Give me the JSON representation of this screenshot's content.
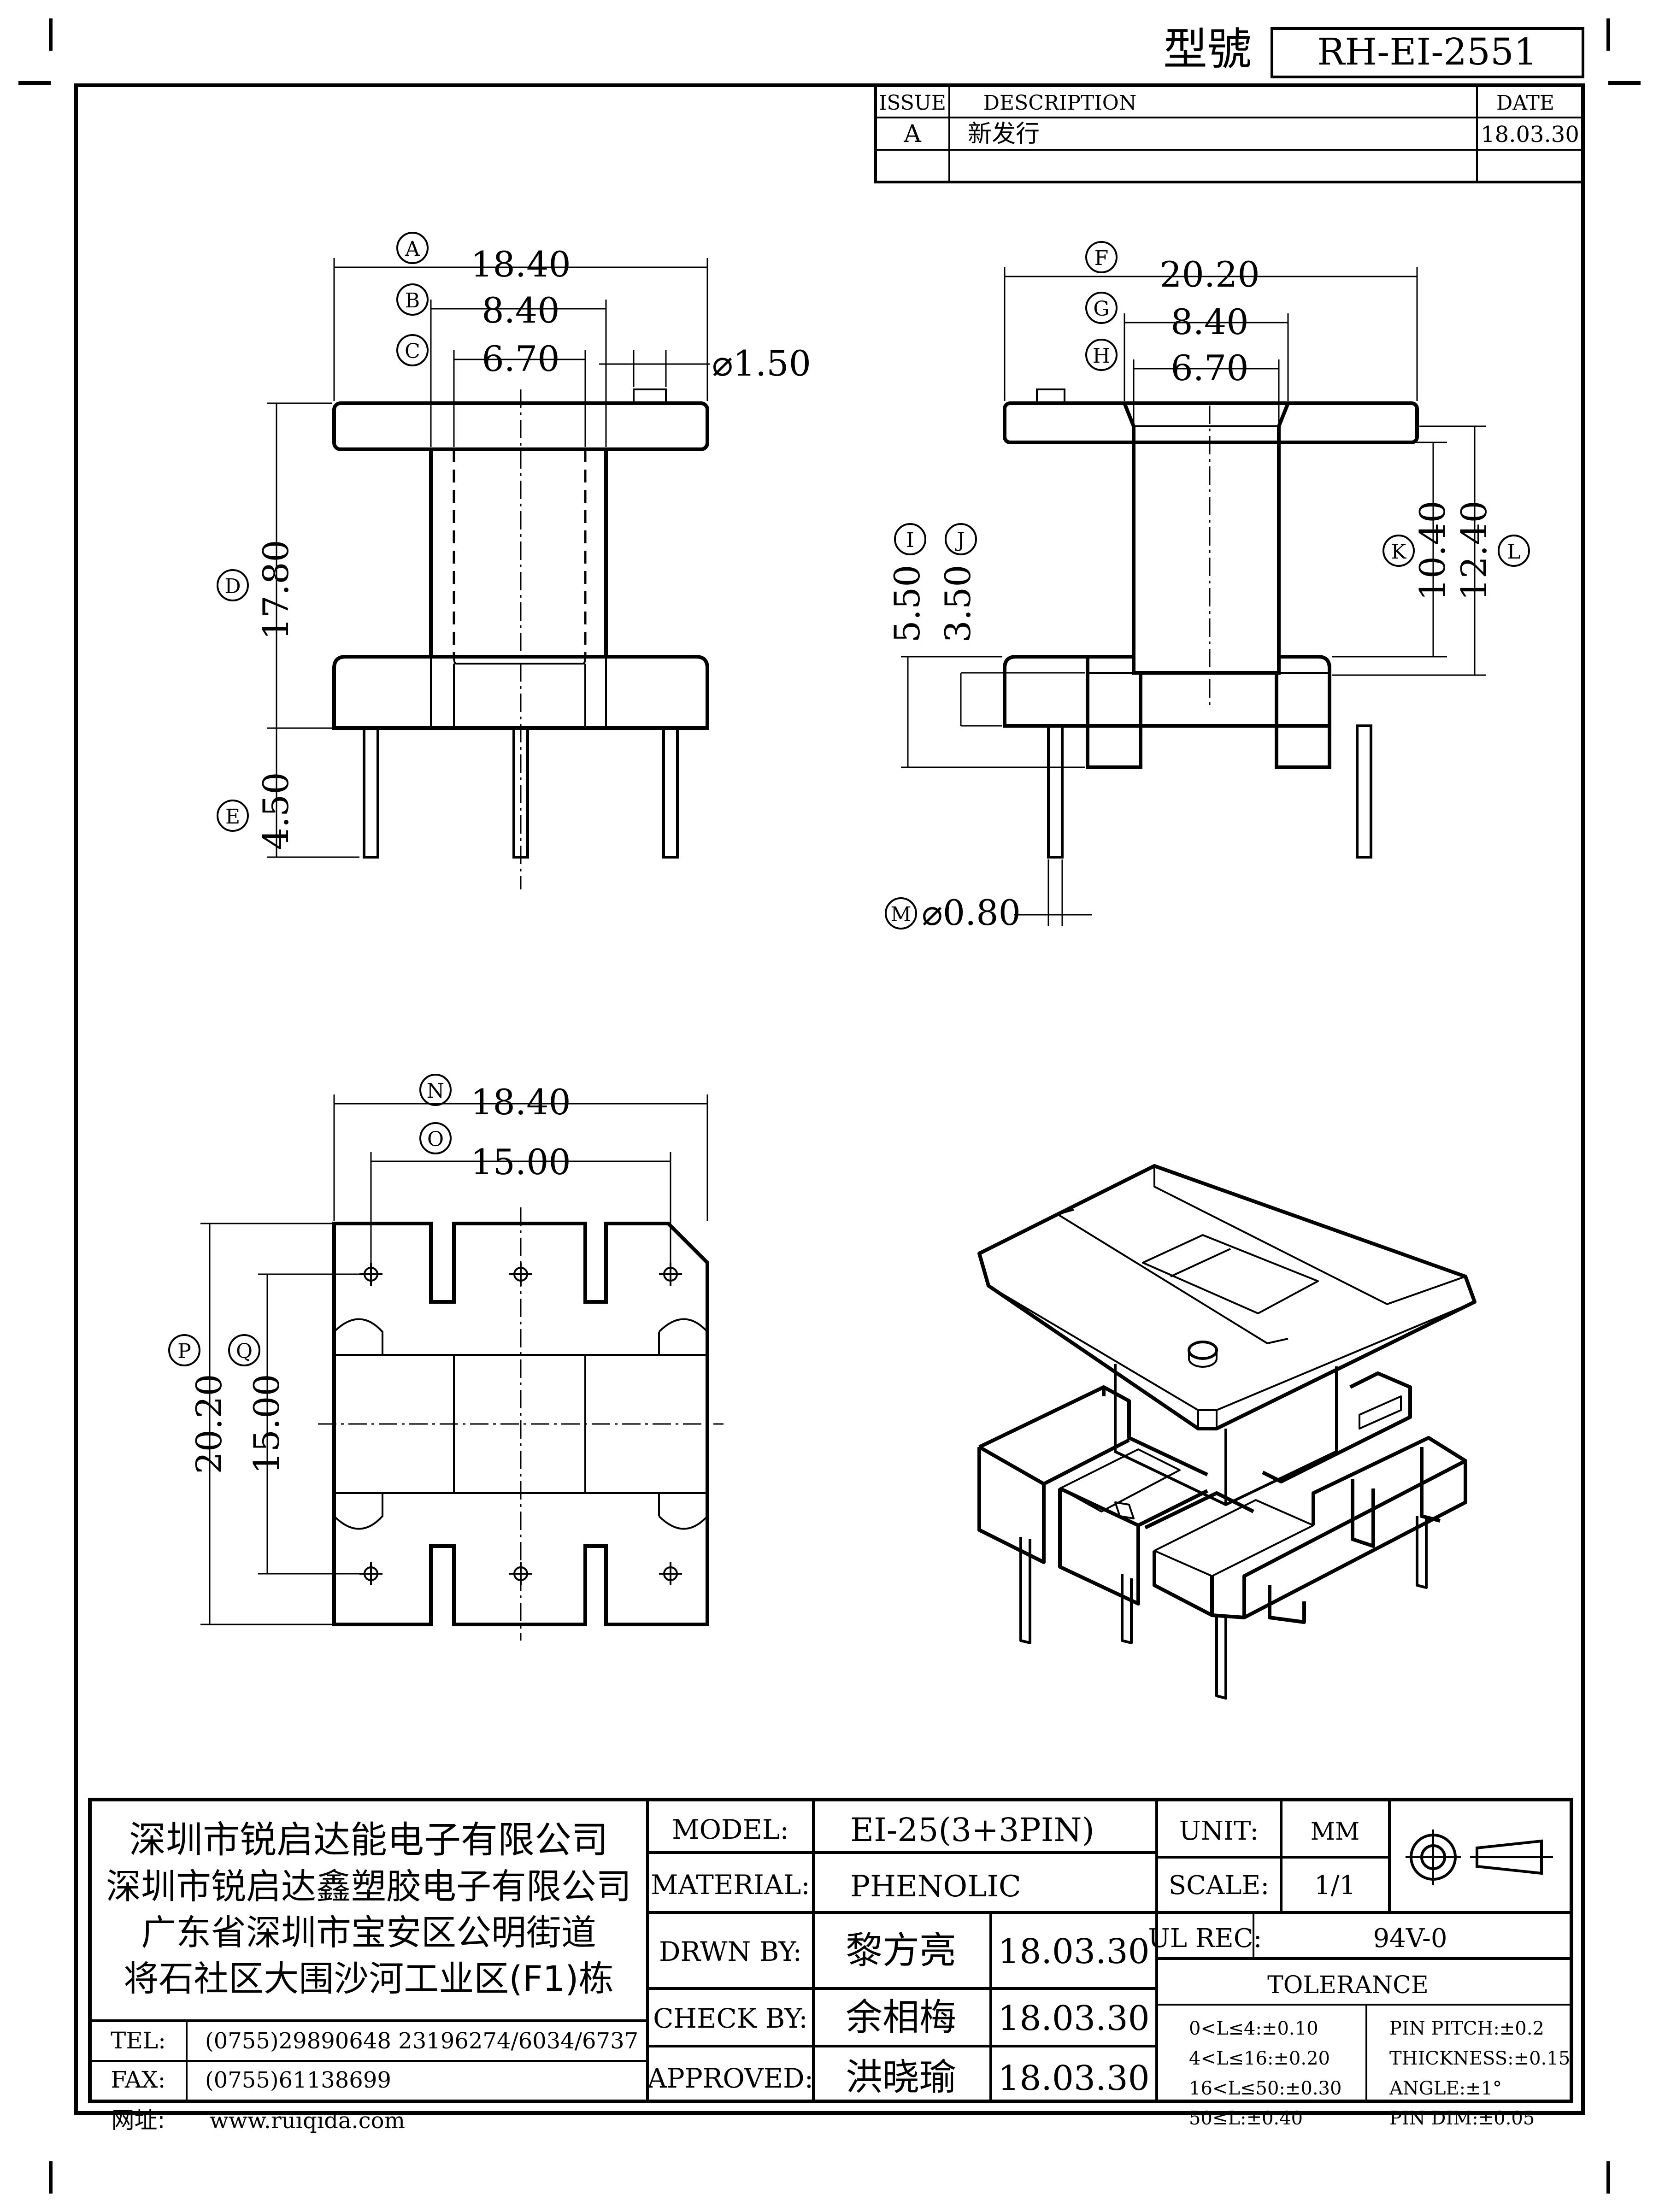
{
  "header": {
    "model_label": "型號",
    "model_number": "RH-EI-2551"
  },
  "revision_table": {
    "headers": [
      "ISSUE",
      "DESCRIPTION",
      "DATE"
    ],
    "rows": [
      {
        "issue": "A",
        "description": "新发行",
        "date": "18.03.30"
      }
    ]
  },
  "views": {
    "front": {
      "dims": [
        {
          "tag": "A",
          "value": "18.40"
        },
        {
          "tag": "B",
          "value": "8.40"
        },
        {
          "tag": "C",
          "value": "6.70"
        },
        {
          "tag": "",
          "value": "⌀1.50"
        },
        {
          "tag": "D",
          "value": "17.80"
        },
        {
          "tag": "E",
          "value": "4.50"
        }
      ]
    },
    "side": {
      "dims": [
        {
          "tag": "F",
          "value": "20.20"
        },
        {
          "tag": "G",
          "value": "8.40"
        },
        {
          "tag": "H",
          "value": "6.70"
        },
        {
          "tag": "I",
          "value": "5.50"
        },
        {
          "tag": "J",
          "value": "3.50"
        },
        {
          "tag": "K",
          "value": "10.40"
        },
        {
          "tag": "L",
          "value": "12.40"
        },
        {
          "tag": "M",
          "value": "⌀0.80"
        }
      ]
    },
    "bottom": {
      "dims": [
        {
          "tag": "N",
          "value": "18.40"
        },
        {
          "tag": "O",
          "value": "15.00"
        },
        {
          "tag": "P",
          "value": "20.20"
        },
        {
          "tag": "Q",
          "value": "15.00"
        }
      ]
    }
  },
  "title_block": {
    "company_lines": [
      "深圳市锐启达能电子有限公司",
      "深圳市锐启达鑫塑胶电子有限公司",
      "广东省深圳市宝安区公明街道",
      "将石社区大围沙河工业区(F1)栋"
    ],
    "contact": [
      {
        "label": "TEL:",
        "value": "(0755)29890648   23196274/6034/6737"
      },
      {
        "label": "FAX:",
        "value": "(0755)61138699"
      },
      {
        "label": "网址:",
        "value": "www.ruiqida.com"
      }
    ],
    "model_label": "MODEL:",
    "model": "EI-25(3+3PIN)",
    "material_label": "MATERIAL:",
    "material": "PHENOLIC",
    "drawn_label": "DRWN BY:",
    "drawn_by": "黎方亮",
    "drawn_date": "18.03.30",
    "check_label": "CHECK BY:",
    "check_by": "余相梅",
    "check_date": "18.03.30",
    "approved_label": "APPROVED:",
    "approved_by": "洪晓瑜",
    "approved_date": "18.03.30",
    "unit_label": "UNIT:",
    "unit": "MM",
    "scale_label": "SCALE:",
    "scale": "1/1",
    "ul_label": "UL REC:",
    "ul": "94V-0",
    "tolerance_label": "TOLERANCE",
    "tolerances_left": [
      "0<L≤4:±0.10",
      "4<L≤16:±0.20",
      "16<L≤50:±0.30",
      "50≤L:±0.40"
    ],
    "tolerances_right": [
      "PIN PITCH:±0.2",
      "THICKNESS:±0.15",
      "ANGLE:±1°",
      "PIN DIM:±0.05"
    ]
  }
}
